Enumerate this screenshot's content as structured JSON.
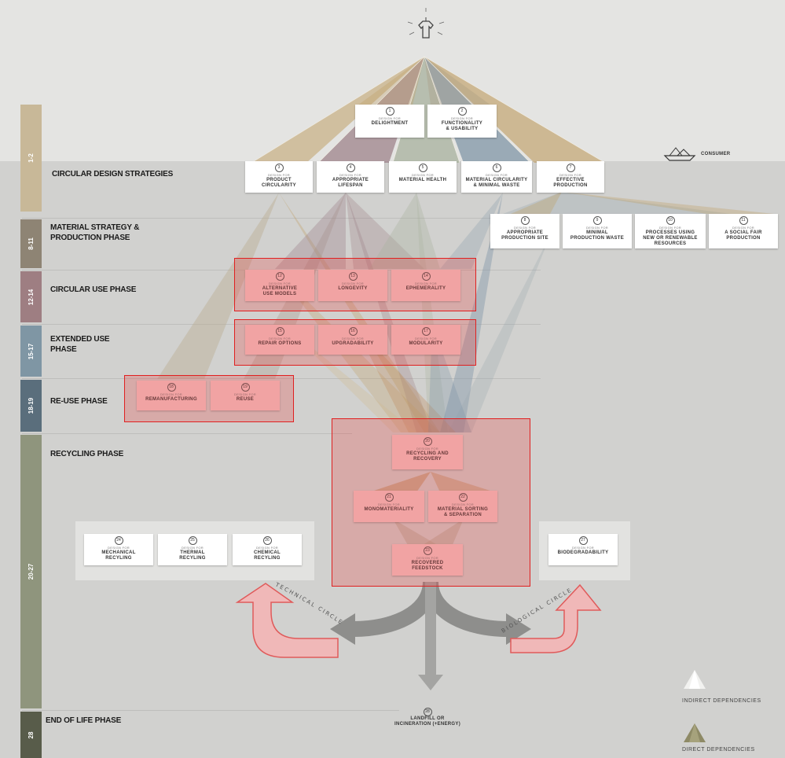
{
  "phases": [
    {
      "code": "1-2",
      "label": "CIRCULAR DESIGN STRATEGIES",
      "color": "#c8b898"
    },
    {
      "code": "8-11",
      "label": "MATERIAL STRATEGY &\nPRODUCTION PHASE",
      "color": "#8e8474"
    },
    {
      "code": "12-14",
      "label": "CIRCULAR USE PHASE",
      "color": "#9e7e82"
    },
    {
      "code": "15-17",
      "label": "EXTENDED USE\nPHASE",
      "color": "#7f96a4"
    },
    {
      "code": "18-19",
      "label": "RE-USE PHASE",
      "color": "#5a6e7c"
    },
    {
      "code": "20-27",
      "label": "RECYCLING PHASE",
      "color": "#8f957d"
    },
    {
      "code": "28",
      "label": "END OF LIFE PHASE",
      "color": "#585c4a"
    }
  ],
  "boxes": {
    "b1": {
      "num": "1",
      "pre": "DESIGN FOR",
      "main": "DELIGHTMENT"
    },
    "b2": {
      "num": "2",
      "pre": "DESIGN FOR",
      "main": "FUNCTIONALITY\n& USABILITY"
    },
    "b3": {
      "num": "3",
      "pre": "DESIGN FOR",
      "main": "PRODUCT\nCIRCULARITY"
    },
    "b4": {
      "num": "4",
      "pre": "DESIGN FOR",
      "main": "APPROPRIATE\nLIFESPAN"
    },
    "b5": {
      "num": "5",
      "pre": "DESIGN FOR",
      "main": "MATERIAL HEALTH"
    },
    "b6": {
      "num": "6",
      "pre": "DESIGN FOR",
      "main": "MATERIAL CIRCULARITY\n& MINIMAL WASTE"
    },
    "b7": {
      "num": "7",
      "pre": "DESIGN FOR",
      "main": "EFFECTIVE\nPRODUCTION"
    },
    "b8": {
      "num": "8",
      "pre": "DESIGN FOR",
      "main": "APPROPRIATE\nPRODUCTION SITE"
    },
    "b9": {
      "num": "9",
      "pre": "DESIGN FOR",
      "main": "MINIMAL\nPRODUCTION WASTE"
    },
    "b10": {
      "num": "10",
      "pre": "DESIGN FOR",
      "main": "PROCESSES USING\nNEW OR RENEWABLE\nRESOURCES"
    },
    "b11": {
      "num": "11",
      "pre": "DESIGN FOR",
      "main": "A SOCIAL FAIR\nPRODUCTION"
    },
    "b12": {
      "num": "12",
      "pre": "DESIGN FOR",
      "main": "ALTERNATIVE\nUSE MODELS"
    },
    "b13": {
      "num": "13",
      "pre": "DESIGN FOR",
      "main": "LONGEVITY"
    },
    "b14": {
      "num": "14",
      "pre": "DESIGN FOR",
      "main": "EPHEMERALITY"
    },
    "b15": {
      "num": "15",
      "pre": "DESIGN FOR",
      "main": "REPAIR OPTIONS"
    },
    "b16": {
      "num": "16",
      "pre": "DESIGN FOR",
      "main": "UPGRADABILITY"
    },
    "b17": {
      "num": "17",
      "pre": "DESIGN FOR",
      "main": "MODULARITY"
    },
    "b18": {
      "num": "18",
      "pre": "DESIGN FOR",
      "main": "REMANUFACTURING"
    },
    "b19": {
      "num": "19",
      "pre": "DESIGN FOR",
      "main": "REUSE"
    },
    "b20": {
      "num": "20",
      "pre": "DESIGN FOR",
      "main": "RECYCLING AND\nRECOVERY"
    },
    "b21": {
      "num": "21",
      "pre": "DESIGN FOR",
      "main": "MONOMATERIALITY"
    },
    "b22": {
      "num": "22",
      "pre": "DESIGN FOR",
      "main": "MATERIAL SORTING\n& SEPARATION"
    },
    "b23": {
      "num": "23",
      "pre": "DESIGN FOR",
      "main": "RECOVERED\nFEEDSTOCK"
    },
    "b24": {
      "num": "24",
      "pre": "DESIGN FOR",
      "main": "MECHANICAL\nRECYLING"
    },
    "b25": {
      "num": "25",
      "pre": "DESIGN FOR",
      "main": "THERMAL\nRECYLING"
    },
    "b26": {
      "num": "26",
      "pre": "DESIGN FOR",
      "main": "CHEMICAL\nRECYLING"
    },
    "b27": {
      "num": "27",
      "pre": "DESIGN FOR",
      "main": "BIODEGRADABILITY"
    },
    "b28": {
      "num": "28",
      "pre": "",
      "main": "LANDFILL OR\nINCINERATION (+ENERGY)"
    }
  },
  "consumer_label": "CONSUMER",
  "circles": {
    "technical": "TECHNICAL CIRCLE",
    "biological": "BIOLOGICAL CIRCLE"
  },
  "legend": {
    "indirect": "INDIRECT DEPENDENCIES",
    "direct": "DIRECT DEPENDENCIES"
  },
  "icons": {
    "top": "tshirt-on-hanger-icon",
    "consumer": "boat-icon"
  },
  "colors": {
    "highlight": "#e02020",
    "fan_tan": "#c0a068",
    "fan_mauve": "#9a7e86",
    "fan_green": "#a8b29e",
    "fan_blue": "#7a92a4",
    "arrow_grey": "#8e8e8c"
  }
}
